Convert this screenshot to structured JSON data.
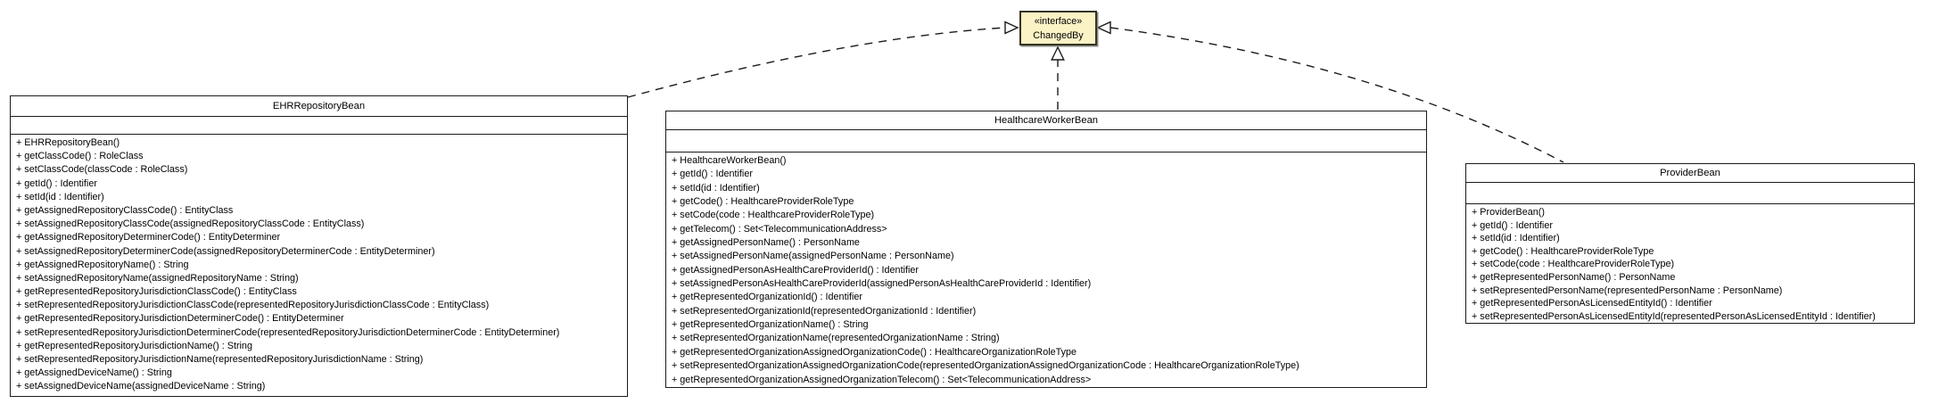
{
  "diagram": {
    "interface": {
      "stereotype": "«interface»",
      "name": "ChangedBy"
    },
    "classes": [
      {
        "name": "EHRRepositoryBean",
        "attributes": [],
        "methods": [
          "+ EHRRepositoryBean()",
          "+ getClassCode() : RoleClass",
          "+ setClassCode(classCode : RoleClass)",
          "+ getId() : Identifier",
          "+ setId(id : Identifier)",
          "+ getAssignedRepositoryClassCode() : EntityClass",
          "+ setAssignedRepositoryClassCode(assignedRepositoryClassCode : EntityClass)",
          "+ getAssignedRepositoryDeterminerCode() : EntityDeterminer",
          "+ setAssignedRepositoryDeterminerCode(assignedRepositoryDeterminerCode : EntityDeterminer)",
          "+ getAssignedRepositoryName() : String",
          "+ setAssignedRepositoryName(assignedRepositoryName : String)",
          "+ getRepresentedRepositoryJurisdictionClassCode() : EntityClass",
          "+ setRepresentedRepositoryJurisdictionClassCode(representedRepositoryJurisdictionClassCode : EntityClass)",
          "+ getRepresentedRepositoryJurisdictionDeterminerCode() : EntityDeterminer",
          "+ setRepresentedRepositoryJurisdictionDeterminerCode(representedRepositoryJurisdictionDeterminerCode : EntityDeterminer)",
          "+ getRepresentedRepositoryJurisdictionName() : String",
          "+ setRepresentedRepositoryJurisdictionName(representedRepositoryJurisdictionName : String)",
          "+ getAssignedDeviceName() : String",
          "+ setAssignedDeviceName(assignedDeviceName : String)"
        ]
      },
      {
        "name": "HealthcareWorkerBean",
        "attributes": [],
        "methods": [
          "+ HealthcareWorkerBean()",
          "+ getId() : Identifier",
          "+ setId(id : Identifier)",
          "+ getCode() : HealthcareProviderRoleType",
          "+ setCode(code : HealthcareProviderRoleType)",
          "+ getTelecom() : Set<TelecommunicationAddress>",
          "+ getAssignedPersonName() : PersonName",
          "+ setAssignedPersonName(assignedPersonName : PersonName)",
          "+ getAssignedPersonAsHealthCareProviderId() : Identifier",
          "+ setAssignedPersonAsHealthCareProviderId(assignedPersonAsHealthCareProviderId : Identifier)",
          "+ getRepresentedOrganizationId() : Identifier",
          "+ setRepresentedOrganizationId(representedOrganizationId : Identifier)",
          "+ getRepresentedOrganizationName() : String",
          "+ setRepresentedOrganizationName(representedOrganizationName : String)",
          "+ getRepresentedOrganizationAssignedOrganizationCode() : HealthcareOrganizationRoleType",
          "+ setRepresentedOrganizationAssignedOrganizationCode(representedOrganizationAssignedOrganizationCode : HealthcareOrganizationRoleType)",
          "+ getRepresentedOrganizationAssignedOrganizationTelecom() : Set<TelecommunicationAddress>"
        ]
      },
      {
        "name": "ProviderBean",
        "attributes": [],
        "methods": [
          "+ ProviderBean()",
          "+ getId() : Identifier",
          "+ setId(id : Identifier)",
          "+ getCode() : HealthcareProviderRoleType",
          "+ setCode(code : HealthcareProviderRoleType)",
          "+ getRepresentedPersonName() : PersonName",
          "+ setRepresentedPersonName(representedPersonName : PersonName)",
          "+ getRepresentedPersonAsLicensedEntityId() : Identifier",
          "+ setRepresentedPersonAsLicensedEntityId(representedPersonAsLicensedEntityId : Identifier)"
        ]
      }
    ],
    "relationships": [
      {
        "from": "EHRRepositoryBean",
        "to": "ChangedBy",
        "type": "realization"
      },
      {
        "from": "HealthcareWorkerBean",
        "to": "ChangedBy",
        "type": "realization"
      },
      {
        "from": "ProviderBean",
        "to": "ChangedBy",
        "type": "realization"
      }
    ],
    "colors": {
      "interface_fill": "#FBF2C6",
      "class_fill": "#FFFFFF",
      "border": "#1B1B1B"
    }
  }
}
